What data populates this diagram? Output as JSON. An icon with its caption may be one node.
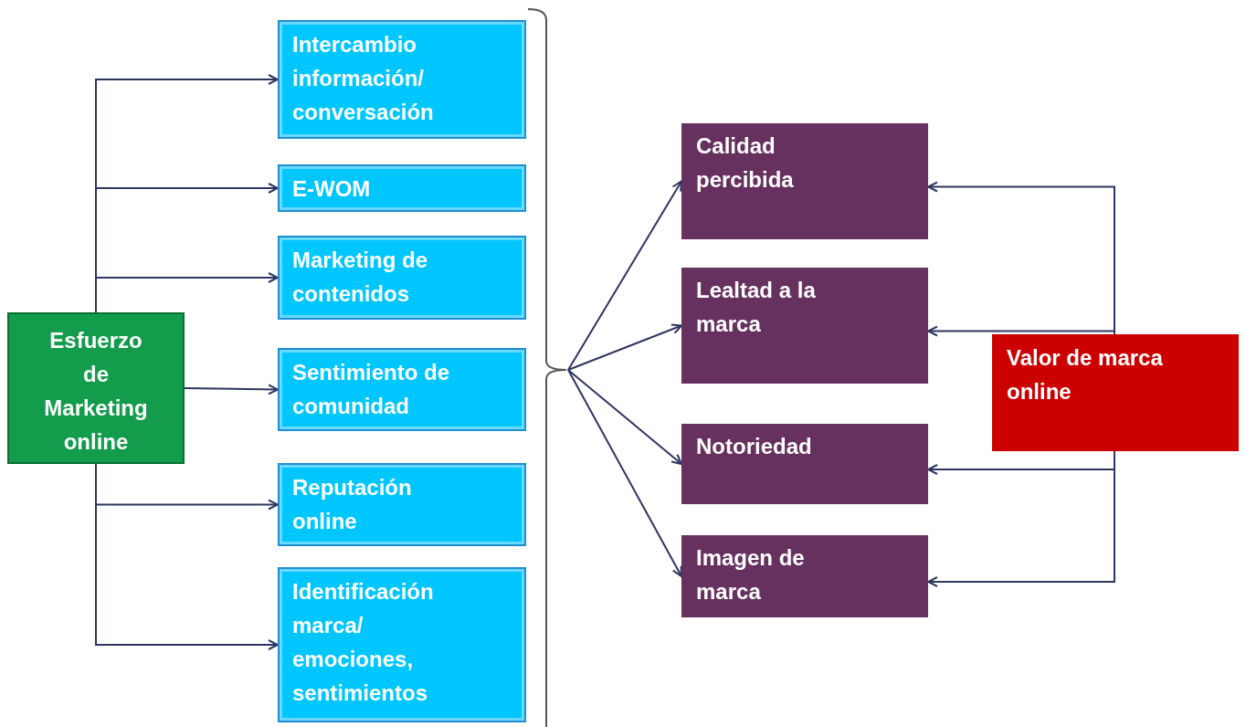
{
  "diagram": {
    "nodes": [
      {
        "text": [
          "Esfuerzo de Marketing online"
        ]
      },
      {
        "text": [
          "Intercambio información/ conversación"
        ]
      },
      {
        "text": [
          "E-WOM"
        ]
      },
      {
        "text": [
          "Marketing de contenidos"
        ]
      },
      {
        "text": [
          "Sentimiento de comunidad"
        ]
      },
      {
        "text": [
          "Reputación online"
        ]
      },
      {
        "text": [
          "Identificación marca/ emociones, sentimientos"
        ]
      },
      {
        "text": [],
        "shape": "bracket"
      },
      {
        "text": [
          "Calidad percibida"
        ]
      },
      {
        "text": [
          "Lealtad a la marca"
        ]
      },
      {
        "text": [
          "Notoriedad"
        ]
      },
      {
        "text": [
          "Imagen de marca"
        ]
      },
      {
        "text": [
          "Valor de marca online"
        ]
      }
    ],
    "edges": [
      {
        "from": 0,
        "to": 1,
        "arrow": "to"
      },
      {
        "from": 0,
        "to": 2,
        "arrow": "to"
      },
      {
        "from": 0,
        "to": 3,
        "arrow": "to"
      },
      {
        "from": 0,
        "to": 4,
        "arrow": "to"
      },
      {
        "from": 0,
        "to": 5,
        "arrow": "to"
      },
      {
        "from": 0,
        "to": 6,
        "arrow": "to"
      },
      {
        "from": 7,
        "to": 8,
        "arrow": "to"
      },
      {
        "from": 7,
        "to": 9,
        "arrow": "to"
      },
      {
        "from": 7,
        "to": 10,
        "arrow": "to"
      },
      {
        "from": 7,
        "to": 11,
        "arrow": "to"
      },
      {
        "from": 12,
        "to": 8,
        "arrow": "to"
      },
      {
        "from": 12,
        "to": 9,
        "arrow": "to"
      },
      {
        "from": 12,
        "to": 10,
        "arrow": "to"
      },
      {
        "from": 12,
        "to": 11,
        "arrow": "to"
      }
    ]
  }
}
